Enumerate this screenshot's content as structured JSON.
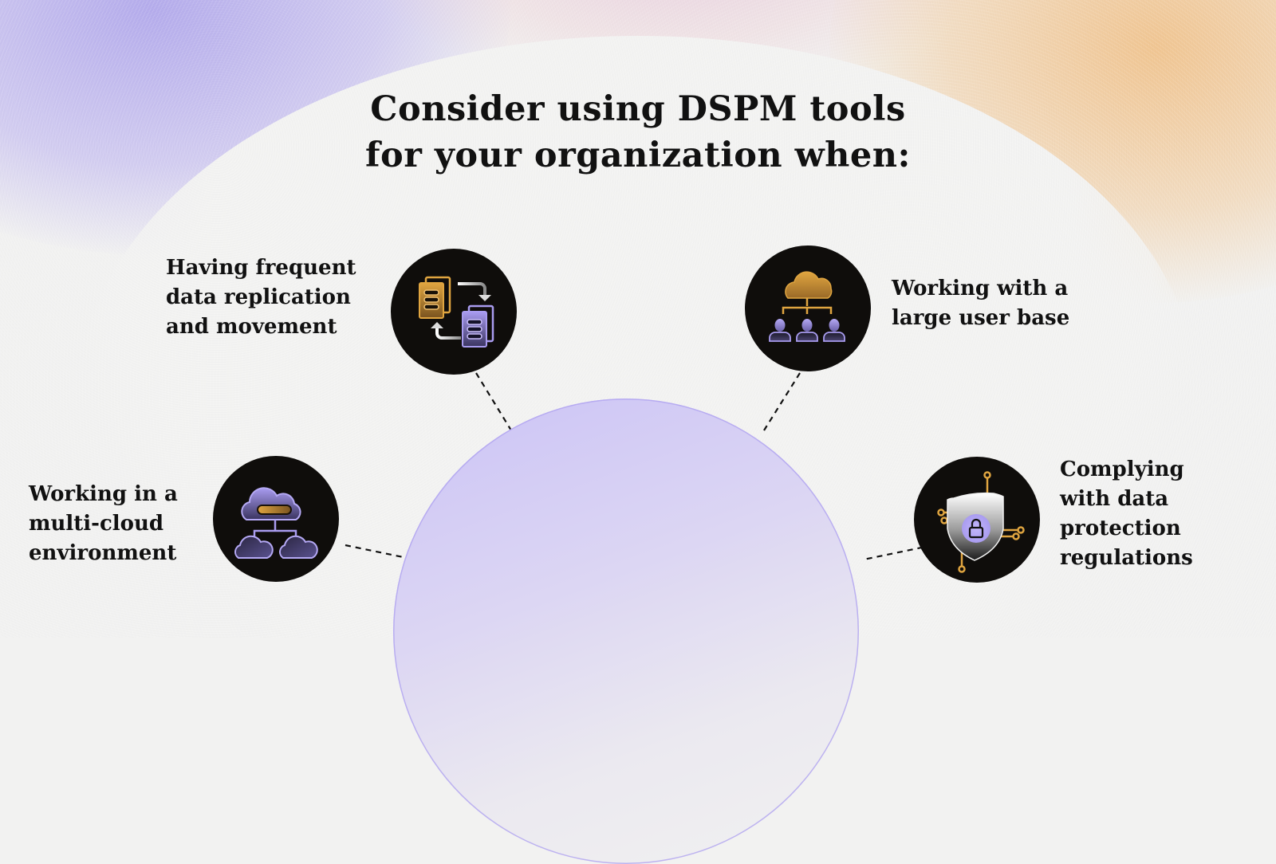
{
  "title": {
    "line1": "Consider using DSPM tools",
    "line2": "for your organization when:"
  },
  "items": [
    {
      "id": "replication",
      "icon": "data-replication-icon",
      "lines": [
        "Having frequent",
        "data replication",
        "and movement"
      ]
    },
    {
      "id": "user-base",
      "icon": "cloud-users-icon",
      "lines": [
        "Working with a",
        "large user base"
      ]
    },
    {
      "id": "multi-cloud",
      "icon": "multi-cloud-icon",
      "lines": [
        "Working in a",
        "multi-cloud",
        "environment"
      ]
    },
    {
      "id": "compliance",
      "icon": "shield-lock-icon",
      "lines": [
        "Complying",
        "with data",
        "protection",
        "regulations"
      ]
    }
  ],
  "colors": {
    "accent_purple": "#a99cf0",
    "accent_gold": "#d9a040",
    "node_bg": "#0f0d0b",
    "hub_fill": "#d6cff5",
    "text": "#111111"
  }
}
